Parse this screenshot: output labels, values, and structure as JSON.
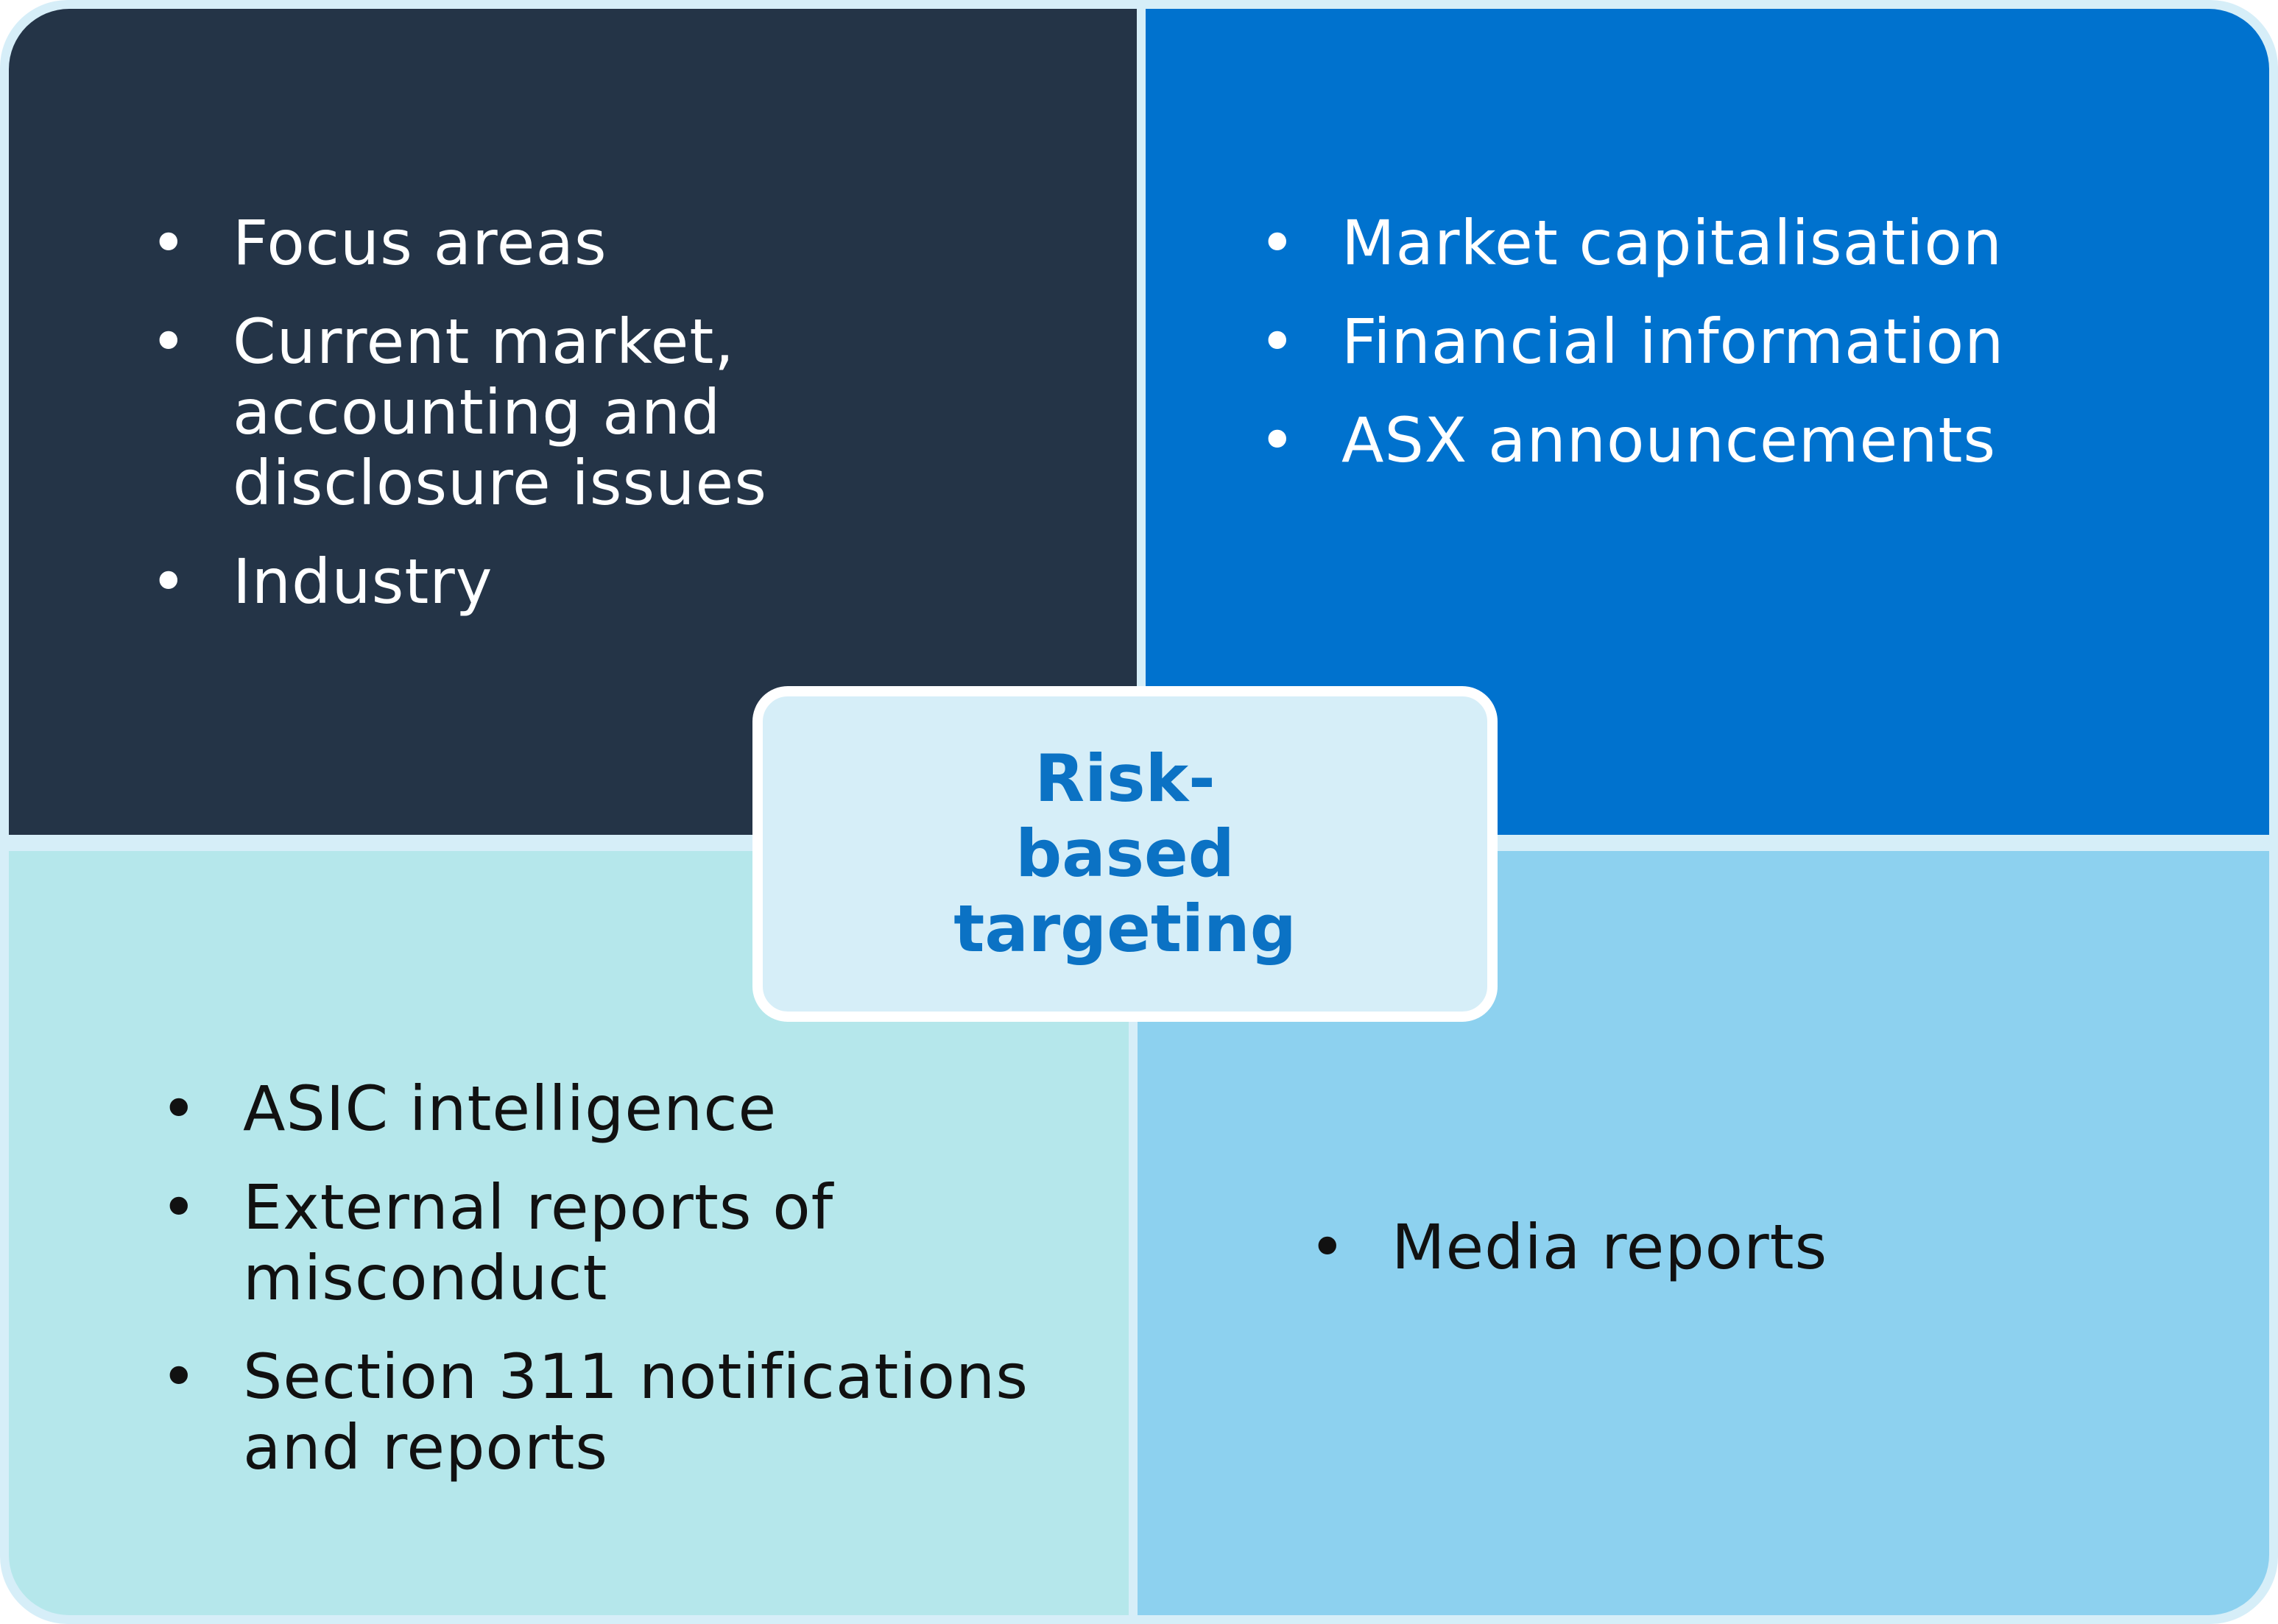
{
  "diagram": {
    "center": {
      "title": "Risk-based targeting"
    },
    "quadrants": {
      "top_left": {
        "items": [
          "Focus areas",
          "Current market, accounting and disclosure issues",
          "Industry"
        ]
      },
      "top_right": {
        "items": [
          "Market capitalisation",
          "Financial information",
          "ASX announcements"
        ]
      },
      "bottom_left": {
        "items": [
          "ASIC intelligence",
          "External reports of misconduct",
          "Section 311 notifications and reports"
        ]
      },
      "bottom_right": {
        "items": [
          "Media reports"
        ]
      }
    },
    "bullet_glyph": "•",
    "colors": {
      "top_left": "#243447",
      "top_right": "#0072ce",
      "bottom_left": "#b5e7eb",
      "bottom_right": "#8dd1ef",
      "center_fill": "#d6eef8",
      "center_text": "#0b72c4"
    }
  }
}
